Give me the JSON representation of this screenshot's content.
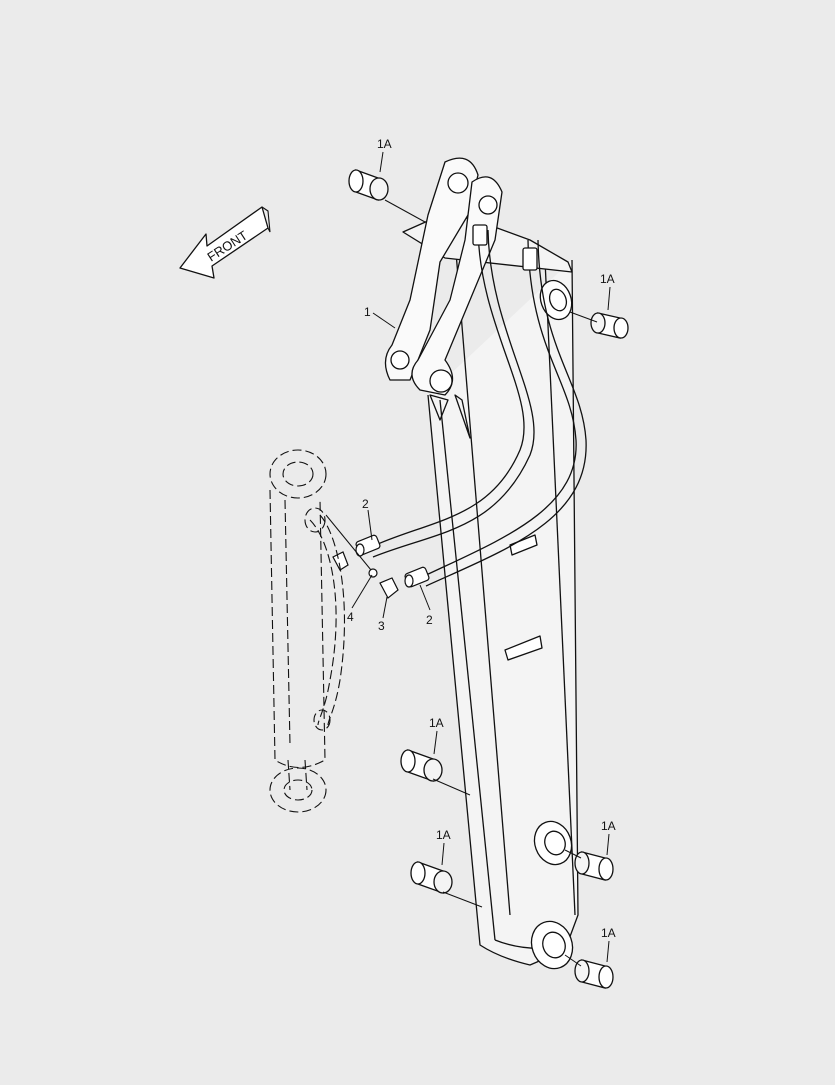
{
  "diagram": {
    "direction_label": "FRONT",
    "callouts": [
      {
        "id": "bush-top-left",
        "text": "1A"
      },
      {
        "id": "bush-top-right",
        "text": "1A"
      },
      {
        "id": "arm",
        "text": "1"
      },
      {
        "id": "hose-upper",
        "text": "2"
      },
      {
        "id": "hose-lower",
        "text": "2"
      },
      {
        "id": "o-ring",
        "text": "4"
      },
      {
        "id": "elbow",
        "text": "3"
      },
      {
        "id": "bush-mid-left",
        "text": "1A"
      },
      {
        "id": "bush-low-left",
        "text": "1A"
      },
      {
        "id": "bush-low-right",
        "text": "1A"
      },
      {
        "id": "bush-bottom-right",
        "text": "1A"
      }
    ]
  }
}
